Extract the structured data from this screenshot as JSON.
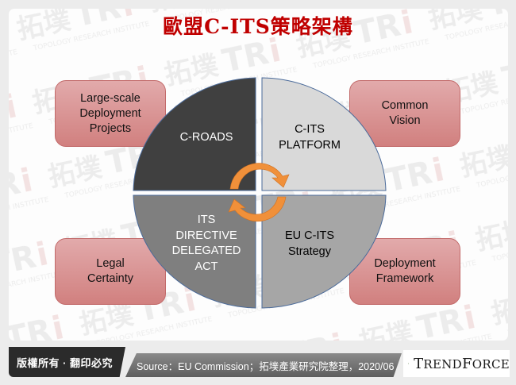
{
  "title": "歐盟C-ITS策略架構",
  "watermark": {
    "brand_cn": "拓墣",
    "brand_en": "TRi",
    "tagline": "TOPOLOGY RESEARCH INSTITUTE"
  },
  "quadrants": [
    {
      "id": "top-left",
      "label": "C-ROADS",
      "fill": "#404040",
      "text_color": "#ffffff"
    },
    {
      "id": "top-right",
      "label": "C-ITS\nPLATFORM",
      "fill": "#d9d9d9",
      "text_color": "#000000"
    },
    {
      "id": "bottom-left",
      "label": "ITS\nDIRECTIVE\nDELEGATED\nACT",
      "fill": "#7f7f7f",
      "text_color": "#ffffff"
    },
    {
      "id": "bottom-right",
      "label": "EU C-ITS\nStrategy",
      "fill": "#a6a6a6",
      "text_color": "#000000"
    }
  ],
  "boxes": [
    {
      "id": "large-scale-deployment-projects",
      "label": "Large-scale\nDeployment\nProjects"
    },
    {
      "id": "common-vision",
      "label": "Common\nVision"
    },
    {
      "id": "legal-certainty",
      "label": "Legal\nCertainty"
    },
    {
      "id": "deployment-framework",
      "label": "Deployment\nFramework"
    }
  ],
  "center_icon": "cycle-arrows-icon",
  "colors": {
    "title": "#c00000",
    "box_fill_top": "#e2aaab",
    "box_fill_bottom": "#d1807f",
    "arrow": "#f0903a",
    "circle_outline": "#4a6a9a"
  },
  "footer": {
    "copyright": "版權所有 · 翻印必究",
    "source": "Source：EU Commission；拓墣產業研究院整理，2020/06",
    "logo_text_first": "T",
    "logo_text_rest1": "REND",
    "logo_text_f": "F",
    "logo_text_rest2": "ORCE"
  }
}
